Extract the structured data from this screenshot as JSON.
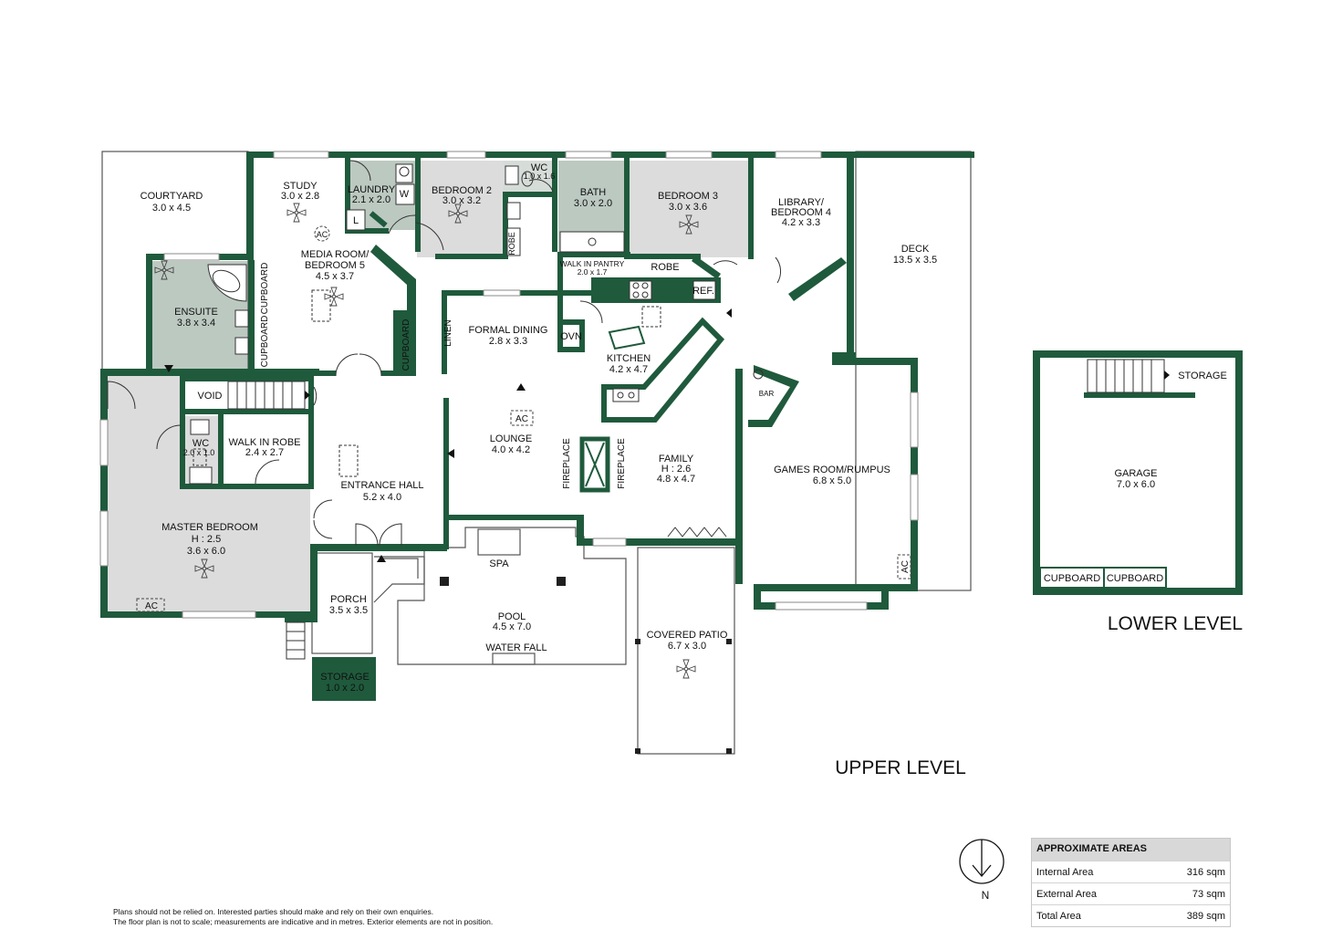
{
  "rooms": {
    "courtyard": {
      "name": "COURTYARD",
      "size": "3.0 x 4.5"
    },
    "study": {
      "name": "STUDY",
      "size": "3.0 x 2.8"
    },
    "laundry": {
      "name": "LAUNDRY",
      "size": "2.1 x 2.0"
    },
    "bedroom2": {
      "name": "BEDROOM 2",
      "size": "3.0 x 3.2"
    },
    "wc_upper": {
      "name": "WC",
      "size": "1.0 x 1.6"
    },
    "bath": {
      "name": "BATH",
      "size": "3.0 x 2.0"
    },
    "bedroom3": {
      "name": "BEDROOM 3",
      "size": "3.0 x 3.6"
    },
    "library": {
      "name1": "LIBRARY/",
      "name2": "BEDROOM 4",
      "size": "4.2 x 3.3"
    },
    "deck": {
      "name": "DECK",
      "size": "13.5 x 3.5"
    },
    "media": {
      "name1": "MEDIA ROOM/",
      "name2": "BEDROOM 5",
      "size": "4.5 x 3.7"
    },
    "ensuite": {
      "name": "ENSUITE",
      "size": "3.8 x 3.4"
    },
    "walk_in_pantry": {
      "name": "WALK IN PANTRY",
      "size": "2.0 x 1.7"
    },
    "formal_dining": {
      "name": "FORMAL DINING",
      "size": "2.8 x 3.3"
    },
    "kitchen": {
      "name": "KITCHEN",
      "size": "4.2 x 4.7"
    },
    "lounge": {
      "name": "LOUNGE",
      "size": "4.0 x 4.2"
    },
    "family": {
      "name": "FAMILY",
      "height": "H : 2.6",
      "size": "4.8 x 4.7"
    },
    "games": {
      "name": "GAMES ROOM/RUMPUS",
      "size": "6.8 x 5.0"
    },
    "wc_lower": {
      "name": "WC",
      "size": "2.0 x 1.0"
    },
    "walk_in_robe": {
      "name": "WALK IN ROBE",
      "size": "2.4 x 2.7"
    },
    "entrance": {
      "name": "ENTRANCE HALL",
      "size": "5.2 x 4.0"
    },
    "master": {
      "name": "MASTER BEDROOM",
      "height": "H : 2.5",
      "size": "3.6 x 6.0"
    },
    "porch": {
      "name": "PORCH",
      "size": "3.5 x 3.5"
    },
    "storage_small": {
      "name": "STORAGE",
      "size": "1.0 x 2.0"
    },
    "pool": {
      "name": "POOL",
      "size": "4.5 x 7.0"
    },
    "covered_patio": {
      "name": "COVERED PATIO",
      "size": "6.7 x 3.0"
    },
    "garage": {
      "name": "GARAGE",
      "size": "7.0 x 6.0"
    }
  },
  "fixtures": {
    "ac": "AC",
    "void": "VOID",
    "robe": "ROBE",
    "ref": "REF.",
    "ovn": "OVN",
    "linen": "LINEN",
    "cupboard": "CUPBOARD",
    "fireplace": "FIREPLACE",
    "bar": "BAR",
    "spa": "SPA",
    "water_fall": "WATER FALL",
    "w": "W",
    "l": "L",
    "storage": "STORAGE"
  },
  "levels": {
    "upper": "UPPER LEVEL",
    "lower": "LOWER LEVEL"
  },
  "compass": {
    "label": "N"
  },
  "areas": {
    "title": "APPROXIMATE AREAS",
    "rows": [
      {
        "label": "Internal Area",
        "value": "316 sqm"
      },
      {
        "label": "External Area",
        "value": "73 sqm"
      },
      {
        "label": "Total Area",
        "value": "389 sqm"
      }
    ]
  },
  "disclaimer": {
    "line1": "Plans should not be relied on. Interested parties should make and rely on their own enquiries.",
    "line2": "The floor plan is not to scale; measurements are indicative and in metres. Exterior elements are not in position."
  }
}
